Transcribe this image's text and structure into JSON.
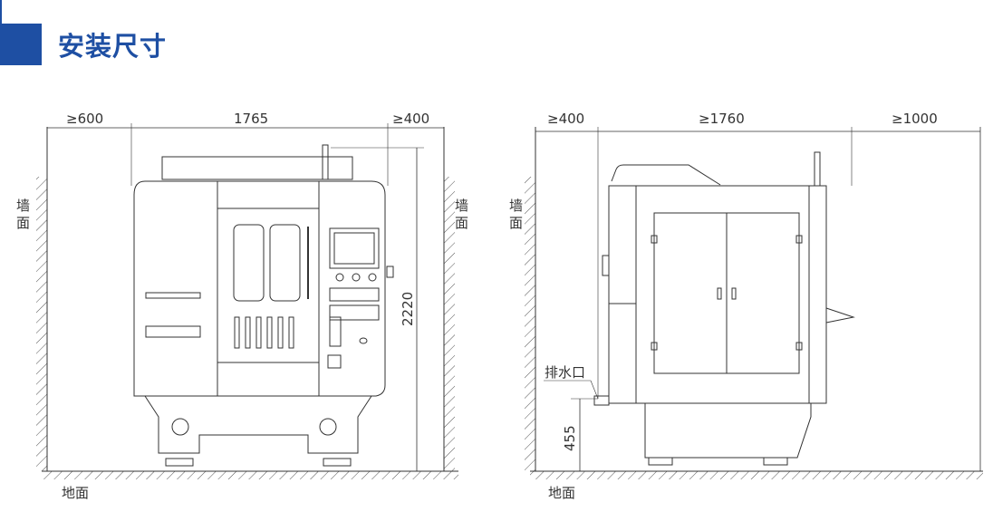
{
  "header": {
    "title": "安装尺寸",
    "accent_color": "#1e4fa3"
  },
  "front_view": {
    "dim_left_clearance": "≥600",
    "dim_width": "1765",
    "dim_right_clearance": "≥400",
    "dim_height": "2220",
    "wall_left": [
      "墙",
      "面"
    ],
    "wall_right": [
      "墙",
      "面"
    ],
    "floor": "地面"
  },
  "side_view": {
    "dim_left_clearance": "≥400",
    "dim_depth": "≥1760",
    "dim_right_clearance": "≥1000",
    "wall_left": [
      "墙",
      "面"
    ],
    "drain_label": "排水口",
    "drain_height": "455",
    "floor": "地面"
  }
}
